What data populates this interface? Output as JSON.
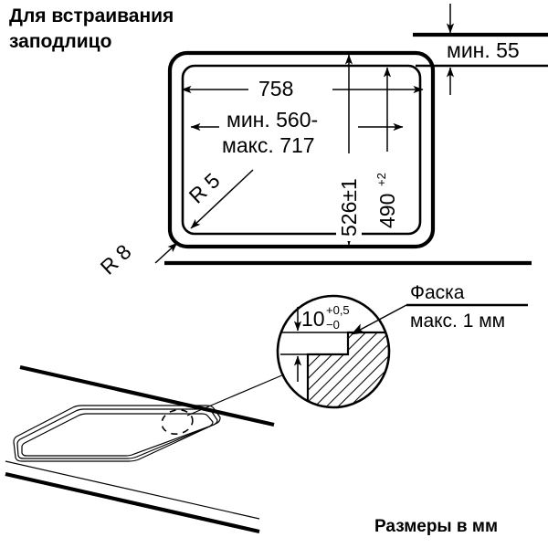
{
  "drawing": {
    "title": "Для встраивания заподлицо",
    "footer": "Размеры в мм",
    "units_note": "Размеры в мм"
  },
  "cutout": {
    "width_outer": "758",
    "width_inner_min": "мин. 560-",
    "width_inner_max": "макс. 717",
    "height_outer": "526±1",
    "height_inner": "490",
    "height_inner_sup": "+2",
    "radius_inner": "R 5",
    "radius_outer": "R 8"
  },
  "clearance": {
    "min_depth": "мин. 55"
  },
  "detail": {
    "step_depth": "10",
    "step_tol_upper": "+0,5",
    "step_tol_lower": "−0",
    "chamfer_label": "Фаска",
    "chamfer_value": "макс. 1 мм"
  },
  "colors": {
    "ink": "#000000",
    "paper": "#ffffff"
  },
  "icons": {
    "detail_marker": "dashed-ellipse-icon",
    "leader_arrow": "arrow-icon"
  }
}
